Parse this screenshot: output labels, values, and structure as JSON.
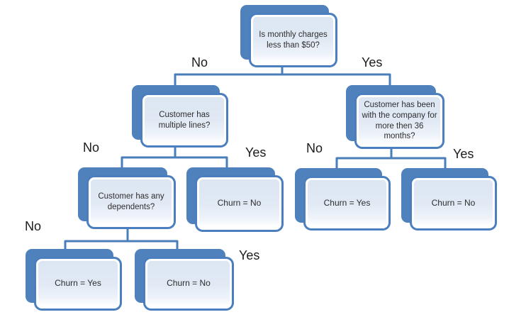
{
  "diagram_type": "decision-tree-flowchart",
  "colors": {
    "shape_fill_accent": "#4f81bd",
    "shape_border": "#4a7ebf",
    "connector_line": "#4a7ebb",
    "shape_inner_fill_top": "#dce6f2",
    "shape_inner_fill_bottom": "#ffffff",
    "text": "#2e2e2e"
  },
  "nodes": {
    "root": {
      "text": "Is monthly charges less than $50?"
    },
    "multiple_lines": {
      "text": "Customer has multiple lines?"
    },
    "tenure": {
      "text": "Customer has been with the company for more then 36 months?"
    },
    "dependents": {
      "text": "Customer has any dependents?"
    },
    "leaf_ml_yes": {
      "text": "Churn = No"
    },
    "leaf_dep_no": {
      "text": "Churn = Yes"
    },
    "leaf_dep_yes": {
      "text": "Churn = No"
    },
    "leaf_tenure_no": {
      "text": "Churn = Yes"
    },
    "leaf_tenure_yes": {
      "text": "Churn = No"
    }
  },
  "labels": {
    "root_no": "No",
    "root_yes": "Yes",
    "ml_no": "No",
    "ml_yes": "Yes",
    "tenure_no": "No",
    "tenure_yes": "Yes",
    "dep_no": "No",
    "dep_yes": "Yes"
  },
  "tree": {
    "edges": [
      {
        "from": "Is monthly charges less than $50?",
        "label": "No",
        "to": "Customer has multiple lines?"
      },
      {
        "from": "Is monthly charges less than $50?",
        "label": "Yes",
        "to": "Customer has been with the company for more then 36 months?"
      },
      {
        "from": "Customer has multiple lines?",
        "label": "No",
        "to": "Customer has any dependents?"
      },
      {
        "from": "Customer has multiple lines?",
        "label": "Yes",
        "to": "Churn = No"
      },
      {
        "from": "Customer has any dependents?",
        "label": "No",
        "to": "Churn = Yes"
      },
      {
        "from": "Customer has any dependents?",
        "label": "Yes",
        "to": "Churn = No"
      },
      {
        "from": "Customer has been with the company for more then 36 months?",
        "label": "No",
        "to": "Churn = Yes"
      },
      {
        "from": "Customer has been with the company for more then 36 months?",
        "label": "Yes",
        "to": "Churn = No"
      }
    ]
  }
}
